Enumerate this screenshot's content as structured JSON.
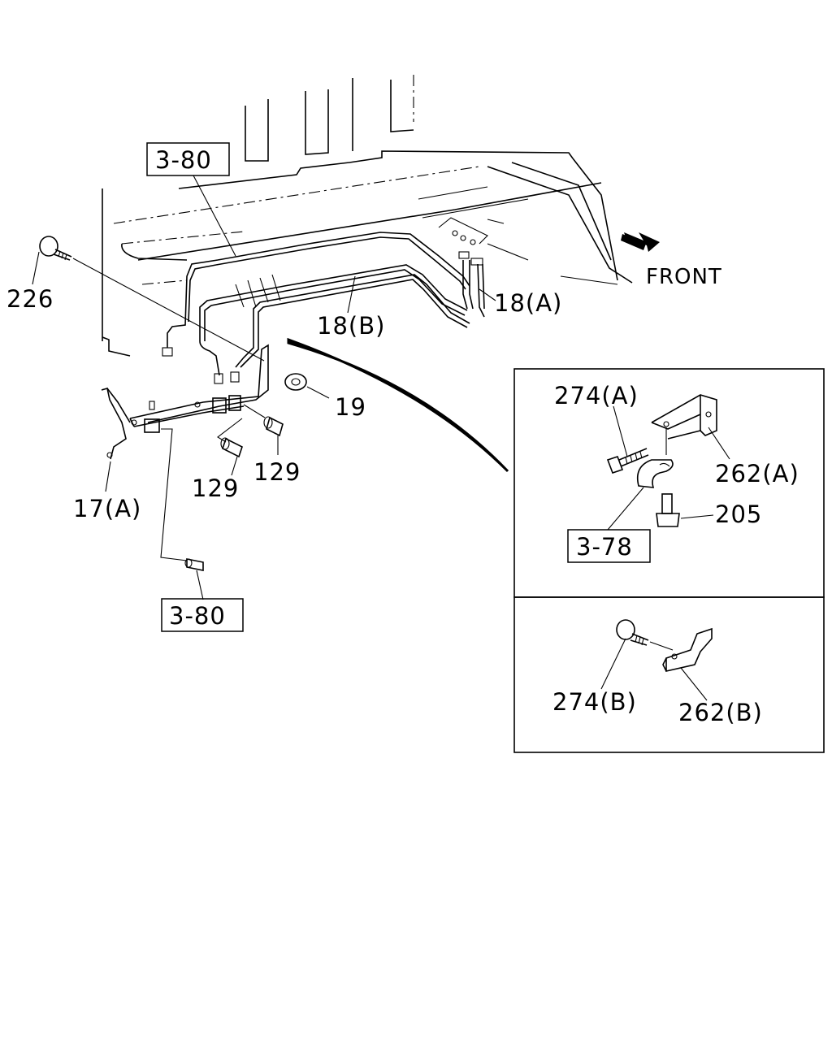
{
  "labels": {
    "ref_3_80_top": "3-80",
    "ref_3_80_bottom": "3-80",
    "ref_3_78": "3-78",
    "part_226": "226",
    "part_18b": "18(B)",
    "part_18a": "18(A)",
    "part_19": "19",
    "part_129_right": "129",
    "part_129_left": "129",
    "part_17a": "17(A)",
    "part_274a": "274(A)",
    "part_262a": "262(A)",
    "part_205": "205",
    "part_274b": "274(B)",
    "part_262b": "262(B)",
    "front": "FRONT"
  },
  "icons": {
    "direction_arrow": "front-arrow-icon"
  }
}
